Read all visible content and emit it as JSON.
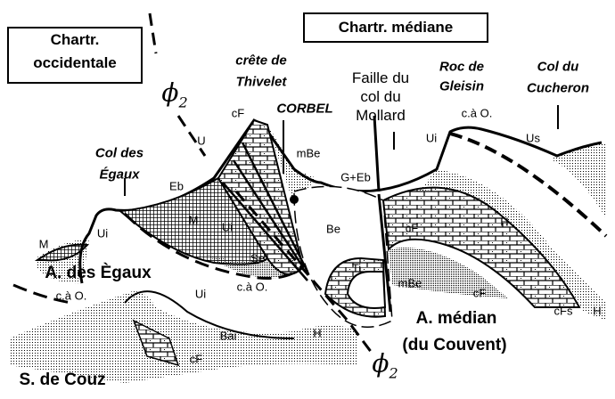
{
  "regions": {
    "west_box": [
      "Chartr.",
      "occidentale"
    ],
    "median_box": "Chartr. médiane"
  },
  "landmarks": {
    "crete": [
      "crête de",
      "Thivelet"
    ],
    "corbel": "CORBEL",
    "faille": [
      "Faille du",
      "col du",
      "Mollard"
    ],
    "roc": [
      "Roc de",
      "Gleisin"
    ],
    "cucheron": [
      "Col du",
      "Cucheron"
    ],
    "egaux_col": [
      "Col des",
      "Égaux"
    ]
  },
  "structures": {
    "anticline_egaux": "A. des Ègaux",
    "anticline_median": "A. médian",
    "anticline_median_sub": "(du Couvent)",
    "syncline_couz": "S. de Couz",
    "axis": "ϕ",
    "axis_sub": "2"
  },
  "formations": {
    "cF_top": "cF",
    "cao_roc": "c.à O.",
    "Ui_roc": "Ui",
    "Us": "Us",
    "U": "U",
    "mBe_top": "mBe",
    "GEb": "G+Eb",
    "Eb": "Eb",
    "M_center": "M",
    "Ui_center": "Ui",
    "Ui_left": "Ui",
    "M_left": "M",
    "Be": "Be",
    "cF_mid": "cF",
    "H_mid": "H",
    "Se": "Se",
    "cao_left": "c.à O.",
    "Ui_low": "Ui",
    "cao_mid": "c.à O.",
    "Ti": "Ti",
    "mBe_low": "mBe",
    "cF_low": "cF",
    "cFs": "cFs",
    "H_right": "H",
    "Bai": "Bai",
    "H_low": "H",
    "cF_couz": "cF"
  }
}
